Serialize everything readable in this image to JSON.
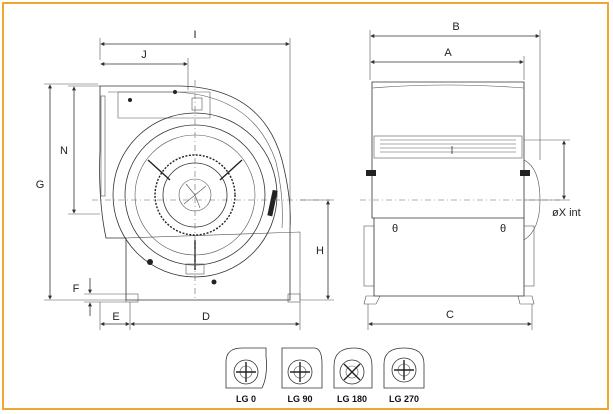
{
  "colors": {
    "border": "#f0a830",
    "line": "#333333",
    "text": "#222222"
  },
  "dimensions": {
    "I": "I",
    "J": "J",
    "N": "N",
    "G": "G",
    "H": "H",
    "F": "F",
    "E": "E",
    "D": "D",
    "B": "B",
    "A": "A",
    "C": "C",
    "X": "øX int"
  },
  "orientations": [
    {
      "label": "LG 0"
    },
    {
      "label": "LG 90"
    },
    {
      "label": "LG 180"
    },
    {
      "label": "LG 270"
    }
  ]
}
